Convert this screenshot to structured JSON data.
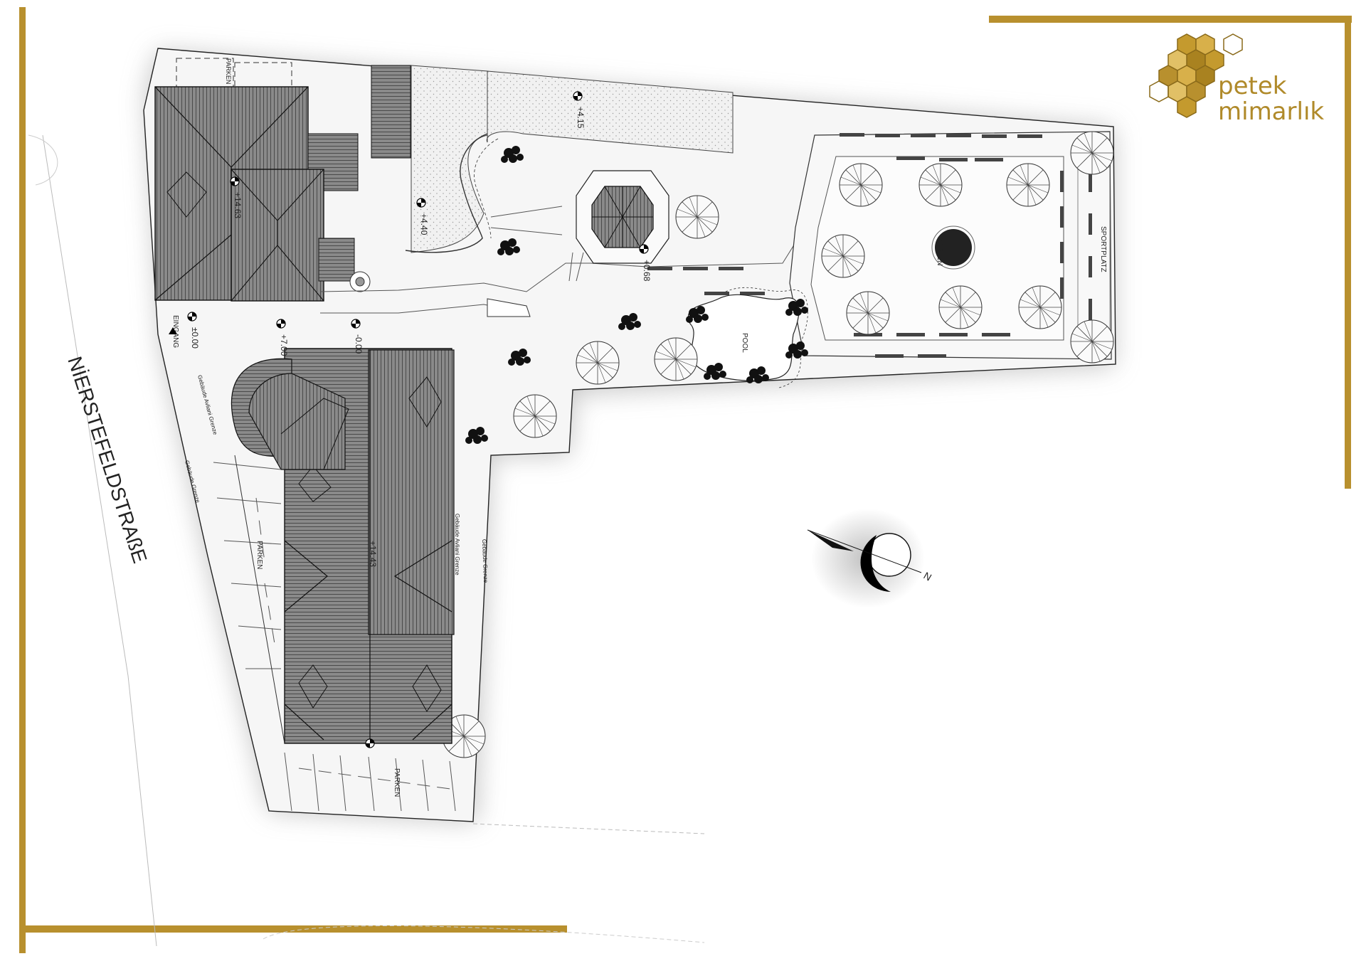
{
  "street": {
    "name": "NİERSTEFELDSTRAßE"
  },
  "logo": {
    "line1": "petek",
    "line2": "mimarlık",
    "color": "#b08a2a"
  },
  "frame_color": "#b8902e",
  "labels": {
    "parken_top": "PARKEN",
    "parken_mid": "PARKEN",
    "parken_bottom": "PARKEN",
    "eingang": "EINGANG",
    "garten": "GARTEN",
    "sportplatz": "SPORTPLATZ",
    "pool": "POOL",
    "grenze_1": "Gebäude Grenze",
    "grenze_2": "Gebäude Avliani Grenze",
    "grenze_3": "Gebäude Avliani Grenze",
    "grenze_4": "Gebäude Grenze"
  },
  "levels": {
    "roof_north": "+14.63",
    "roof_south": "+14.43",
    "court_a": "+4.40",
    "court_b": "+4.15",
    "entry": "±0.00",
    "step": "+7.00",
    "path": "-0.00",
    "garden": "+0.68"
  },
  "compass": {
    "label": "N"
  }
}
